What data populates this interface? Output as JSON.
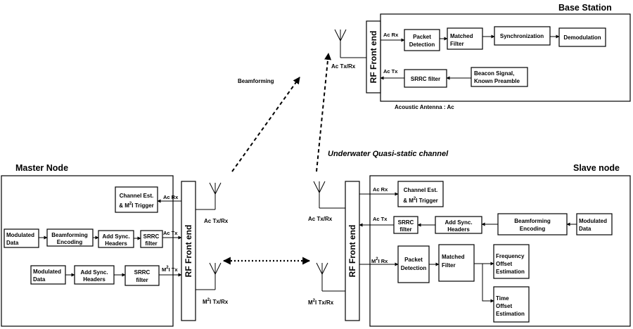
{
  "sections": {
    "base_station": "Base Station",
    "master_node": "Master Node",
    "slave_node": "Slave node"
  },
  "labels": {
    "beamforming": "Beamforming",
    "channel": "Underwater Quasi-static channel",
    "acoustic_antenna": "Acoustic Antenna : Ac",
    "rf_front_end": "RF Front end",
    "ac_tx_rx": "Ac Tx/Rx",
    "m2i_tx_rx_base": "M",
    "m2i_tx_rx_sup": "2",
    "m2i_tx_rx_rest": "I Tx/Rx",
    "ac_rx": "Ac Rx",
    "ac_tx": "Ac Tx",
    "m2i_tx_base": "M",
    "m2i_tx_sup": "2",
    "m2i_tx_rest": "I Tx",
    "m2i_rx_base": "M",
    "m2i_rx_sup": "2",
    "m2i_rx_rest": "I Rx"
  },
  "blocks": {
    "packet_detection_1": "Packet",
    "packet_detection_2": "Detection",
    "matched_filter_1": "Matched",
    "matched_filter_2": "Filter",
    "synchronization": "Synchronization",
    "demodulation": "Demodulation",
    "srrc_filter": "SRRC filter",
    "srrc_1": "SRRC",
    "srrc_2": "filter",
    "beacon_1": "Beacon Signal,",
    "beacon_2": "Known Preamble",
    "channel_est_1": "Channel Est.",
    "channel_est_2_pre": "& M",
    "channel_est_2_sup": "2",
    "channel_est_2_post": "I Trigger",
    "modulated_1": "Modulated",
    "modulated_2": "Data",
    "beamforming_1": "Beamforming",
    "beamforming_2": "Encoding",
    "add_sync_1": "Add Sync.",
    "add_sync_2": "Headers",
    "freq_1": "Frequency",
    "freq_2": "Offset",
    "freq_3": "Estimation",
    "time_1": "Time",
    "time_2": "Offset",
    "time_3": "Estimation"
  }
}
